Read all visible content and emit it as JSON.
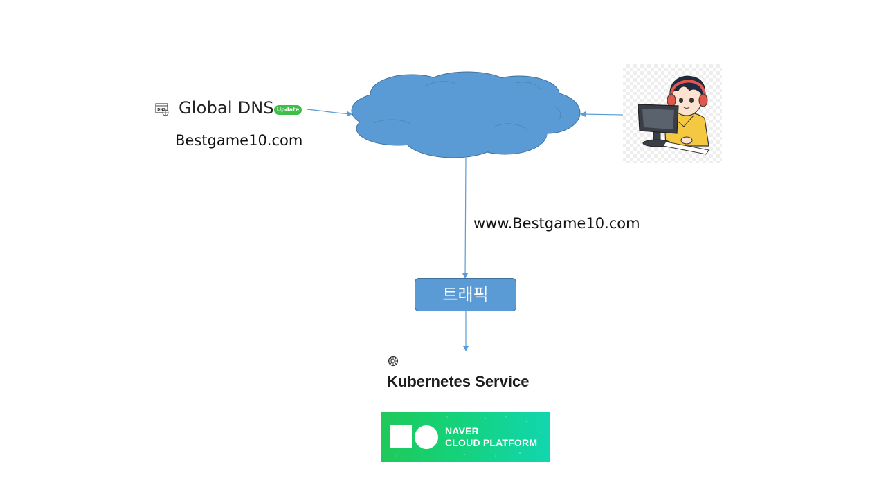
{
  "global_dns": {
    "title": "Global DNS",
    "badge": "Update",
    "domain": "Bestgame10.com",
    "icon": "dns-server-icon"
  },
  "internet": {
    "icon": "cloud-icon"
  },
  "user": {
    "icon": "gamer-user-illustration"
  },
  "route": {
    "url": "www.Bestgame10.com"
  },
  "traffic": {
    "label": "트래픽"
  },
  "kubernetes": {
    "title": "Kubernetes Service",
    "icon": "kubernetes-helm-icon"
  },
  "naver_cloud": {
    "line1": "NAVER",
    "line2": "CLOUD PLATFORM"
  },
  "colors": {
    "cloud_fill": "#5b9bd5",
    "cloud_stroke": "#41719c",
    "traffic_fill": "#5b9bd5",
    "badge": "#3fbf4a",
    "arrow": "#5b9bd5",
    "naver_green": "#1fc95a"
  }
}
